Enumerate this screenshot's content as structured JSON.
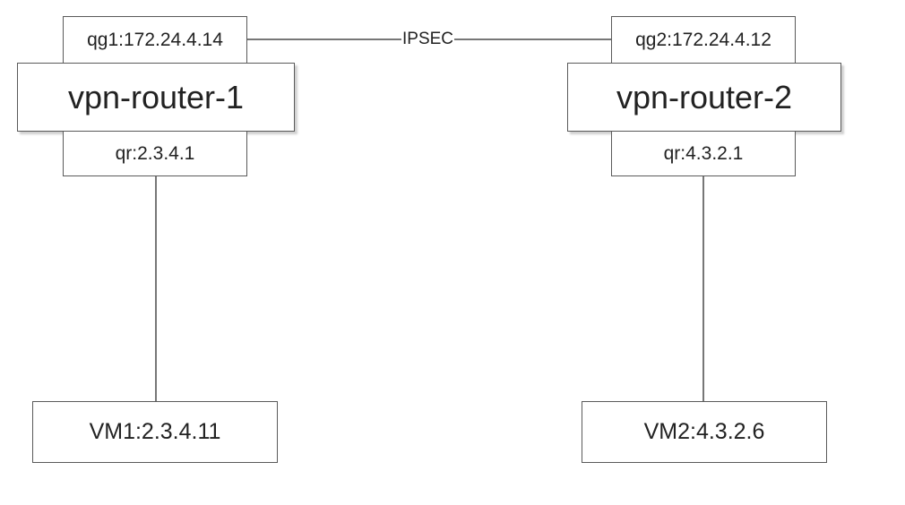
{
  "link": {
    "label": "IPSEC"
  },
  "site1": {
    "external_interface": "qg1:172.24.4.14",
    "router": "vpn-router-1",
    "internal_interface": "qr:2.3.4.1",
    "vm": "VM1:2.3.4.11"
  },
  "site2": {
    "external_interface": "qg2:172.24.4.12",
    "router": "vpn-router-2",
    "internal_interface": "qr:4.3.2.1",
    "vm": "VM2:4.3.2.6"
  },
  "colors": {
    "line": "#4a4a4a",
    "border": "#5a5a5a",
    "background": "#ffffff"
  }
}
